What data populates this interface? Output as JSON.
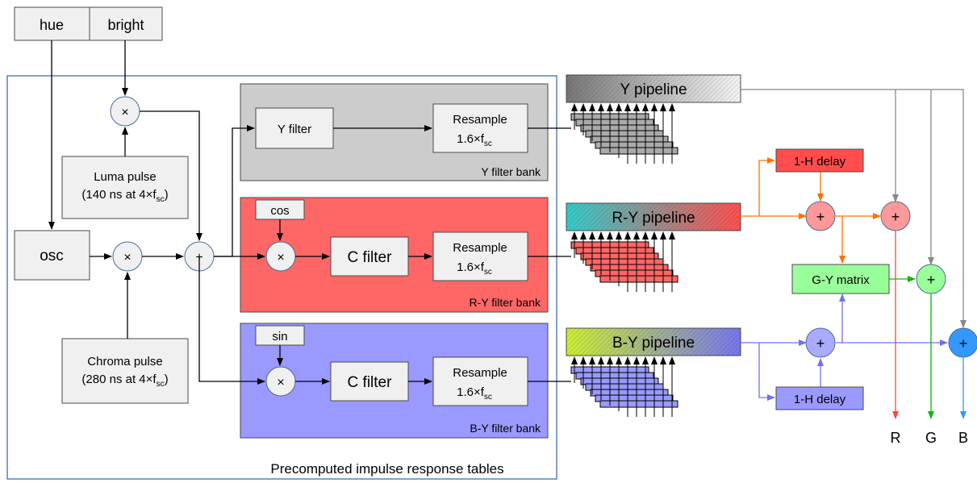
{
  "inputs": {
    "hue": "hue",
    "bright": "bright"
  },
  "blocks": {
    "luma_pulse": {
      "line1": "Luma pulse",
      "line2_pre": "(140 ns at 4×f",
      "line2_sub": "sc",
      "line2_post": ")"
    },
    "chroma_pulse": {
      "line1": "Chroma pulse",
      "line2_pre": "(280 ns at 4×f",
      "line2_sub": "sc",
      "line2_post": ")"
    },
    "osc": "osc",
    "y_filter": "Y filter",
    "c_filter": "C filter",
    "cos": "cos",
    "sin": "sin",
    "resample": {
      "line1": "Resample",
      "line2_pre": "1.6×f",
      "line2_sub": "sc"
    }
  },
  "symbols": {
    "multiply": "×",
    "add": "+"
  },
  "banks": {
    "y": {
      "label": "Y filter bank",
      "color": "#cccccc"
    },
    "ry": {
      "label": "R-Y filter bank",
      "color": "#ff6666"
    },
    "by": {
      "label": "B-Y filter bank",
      "color": "#9999ff"
    }
  },
  "region_label": "Precomputed impulse response tables",
  "pipelines": {
    "y": "Y pipeline",
    "ry": "R-Y pipeline",
    "by": "B-Y pipeline"
  },
  "delays": {
    "ry": "1-H delay",
    "by": "1-H delay"
  },
  "gy_matrix": "G-Y matrix",
  "outputs": {
    "r": "R",
    "g": "G",
    "b": "B"
  },
  "colors": {
    "ry_path": "#ff7000",
    "by_path": "#7070ee",
    "y_path": "#888888",
    "r_out": "#ff4444",
    "g_out": "#00bb00",
    "b_out": "#3399ff",
    "ry_delay_fill": "#ff4d4d",
    "by_delay_fill": "#9999ff",
    "gy_fill": "#99ff99"
  }
}
